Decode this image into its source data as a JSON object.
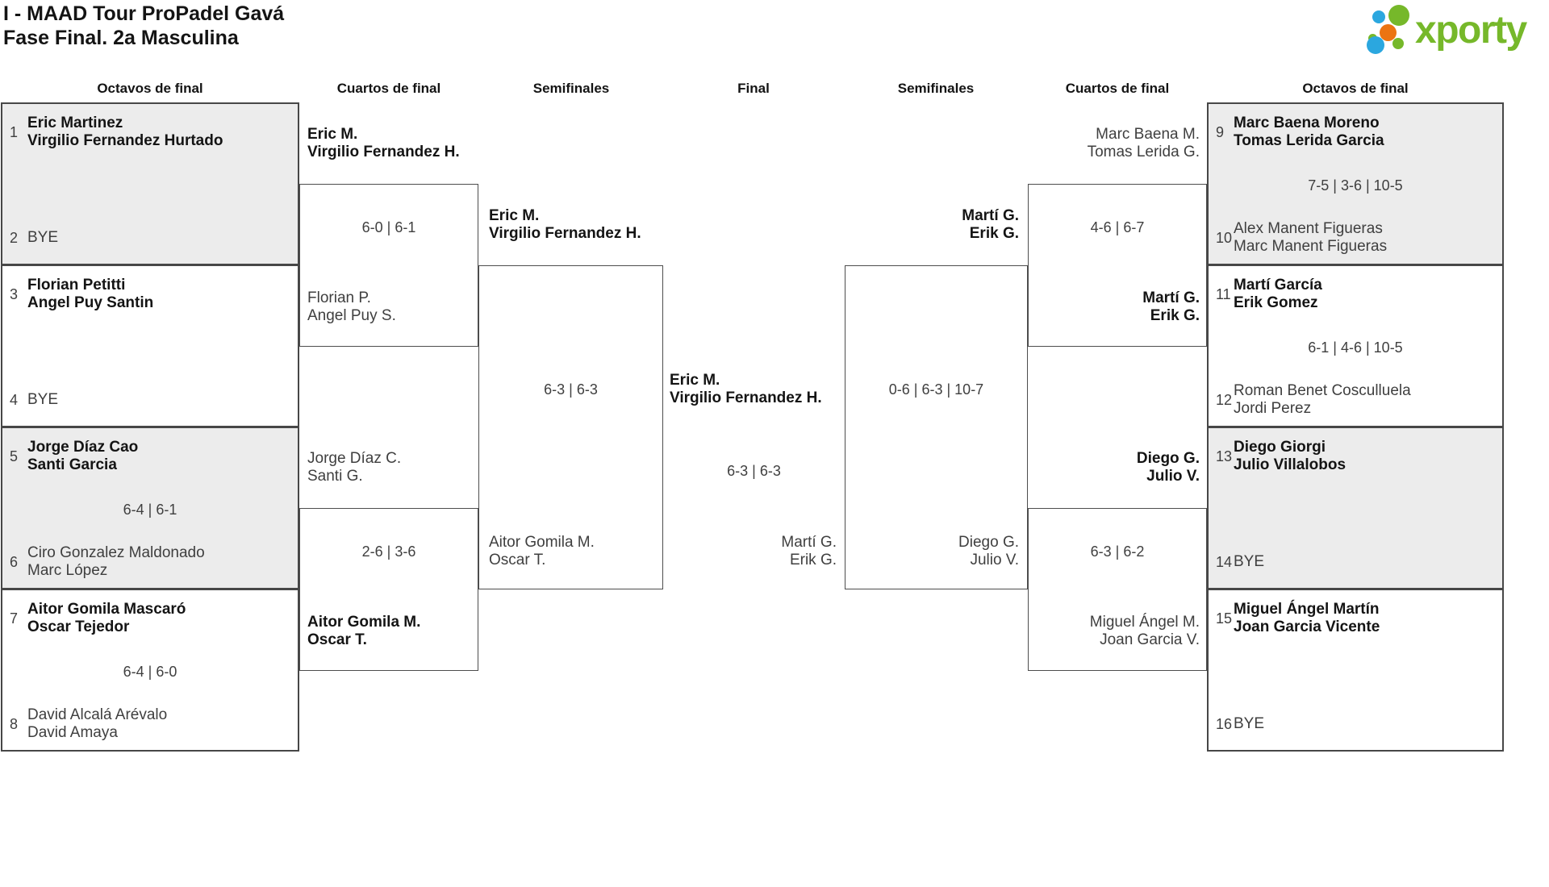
{
  "title": {
    "line1": "I - MAAD Tour ProPadel Gavá",
    "line2": "Fase Final. 2a Masculina"
  },
  "logo": {
    "brand": "xporty"
  },
  "colors": {
    "brand_green": "#76b82a",
    "brand_blue": "#2ba7df",
    "brand_orange": "#ec7412",
    "shaded_box": "#ececec",
    "border": "#474747",
    "winner_text": "#141414",
    "muted_text": "#3f3f3f"
  },
  "headers": [
    "Octavos de final",
    "Cuartos de final",
    "Semifinales",
    "Final",
    "Semifinales",
    "Cuartos de final",
    "Octavos de final"
  ],
  "r16": {
    "L1": {
      "seed_top": "1",
      "top": [
        "Eric Martinez",
        "Virgilio Fernandez Hurtado"
      ],
      "score": "",
      "seed_bot": "2",
      "bot": [
        "BYE"
      ]
    },
    "L2": {
      "seed_top": "3",
      "top": [
        "Florian Petitti",
        "Angel Puy Santin"
      ],
      "score": "",
      "seed_bot": "4",
      "bot": [
        "BYE"
      ]
    },
    "L3": {
      "seed_top": "5",
      "top": [
        "Jorge Díaz Cao",
        "Santi Garcia"
      ],
      "score": "6-4 | 6-1",
      "seed_bot": "6",
      "bot": [
        "Ciro Gonzalez Maldonado",
        "Marc López"
      ]
    },
    "L4": {
      "seed_top": "7",
      "top": [
        "Aitor Gomila Mascaró",
        "Oscar Tejedor"
      ],
      "score": "6-4 | 6-0",
      "seed_bot": "8",
      "bot": [
        "David Alcalá Arévalo",
        "David Amaya"
      ]
    },
    "R1": {
      "seed_top": "9",
      "top": [
        "Marc Baena Moreno",
        "Tomas Lerida Garcia"
      ],
      "score": "7-5 | 3-6 | 10-5",
      "seed_bot": "10",
      "bot": [
        "Alex Manent Figueras",
        "Marc Manent Figueras"
      ]
    },
    "R2": {
      "seed_top": "11",
      "top": [
        "Martí García",
        "Erik Gomez"
      ],
      "score": "6-1 | 4-6 | 10-5",
      "seed_bot": "12",
      "bot": [
        "Roman Benet Cosculluela",
        "Jordi Perez"
      ]
    },
    "R3": {
      "seed_top": "13",
      "top": [
        "Diego Giorgi",
        "Julio Villalobos"
      ],
      "score": "",
      "seed_bot": "14",
      "bot": [
        "BYE"
      ]
    },
    "R4": {
      "seed_top": "15",
      "top": [
        "Miguel Ángel Martín",
        "Joan Garcia Vicente"
      ],
      "score": "",
      "seed_bot": "16",
      "bot": [
        "BYE"
      ]
    }
  },
  "qf": {
    "L1": {
      "top": [
        "Eric M.",
        "Virgilio Fernandez H."
      ],
      "score": "6-0 | 6-1",
      "bottom": [
        "Florian P.",
        "Angel Puy S."
      ]
    },
    "L2": {
      "top": [
        "Jorge Díaz C.",
        "Santi G."
      ],
      "score": "2-6 | 3-6",
      "bottom": [
        "Aitor Gomila M.",
        "Oscar T."
      ]
    },
    "R1": {
      "top": [
        "Marc Baena M.",
        "Tomas Lerida G."
      ],
      "score": "4-6 | 6-7",
      "bottom": [
        "Martí G.",
        "Erik G."
      ]
    },
    "R2": {
      "top": [
        "Diego G.",
        "Julio V."
      ],
      "score": "6-3 | 6-2",
      "bottom": [
        "Miguel Ángel M.",
        "Joan Garcia V."
      ]
    }
  },
  "sf": {
    "L": {
      "top": [
        "Eric M.",
        "Virgilio Fernandez H."
      ],
      "score": "6-3 | 6-3",
      "bottom": [
        "Aitor Gomila M.",
        "Oscar T."
      ]
    },
    "R": {
      "top": [
        "Martí G.",
        "Erik G."
      ],
      "score": "0-6 | 6-3 | 10-7",
      "bottom": [
        "Diego G.",
        "Julio V."
      ]
    }
  },
  "final": {
    "winner": [
      "Eric M.",
      "Virgilio Fernandez H."
    ],
    "score": "6-3 | 6-3",
    "runner_up": [
      "Martí G.",
      "Erik G."
    ]
  }
}
